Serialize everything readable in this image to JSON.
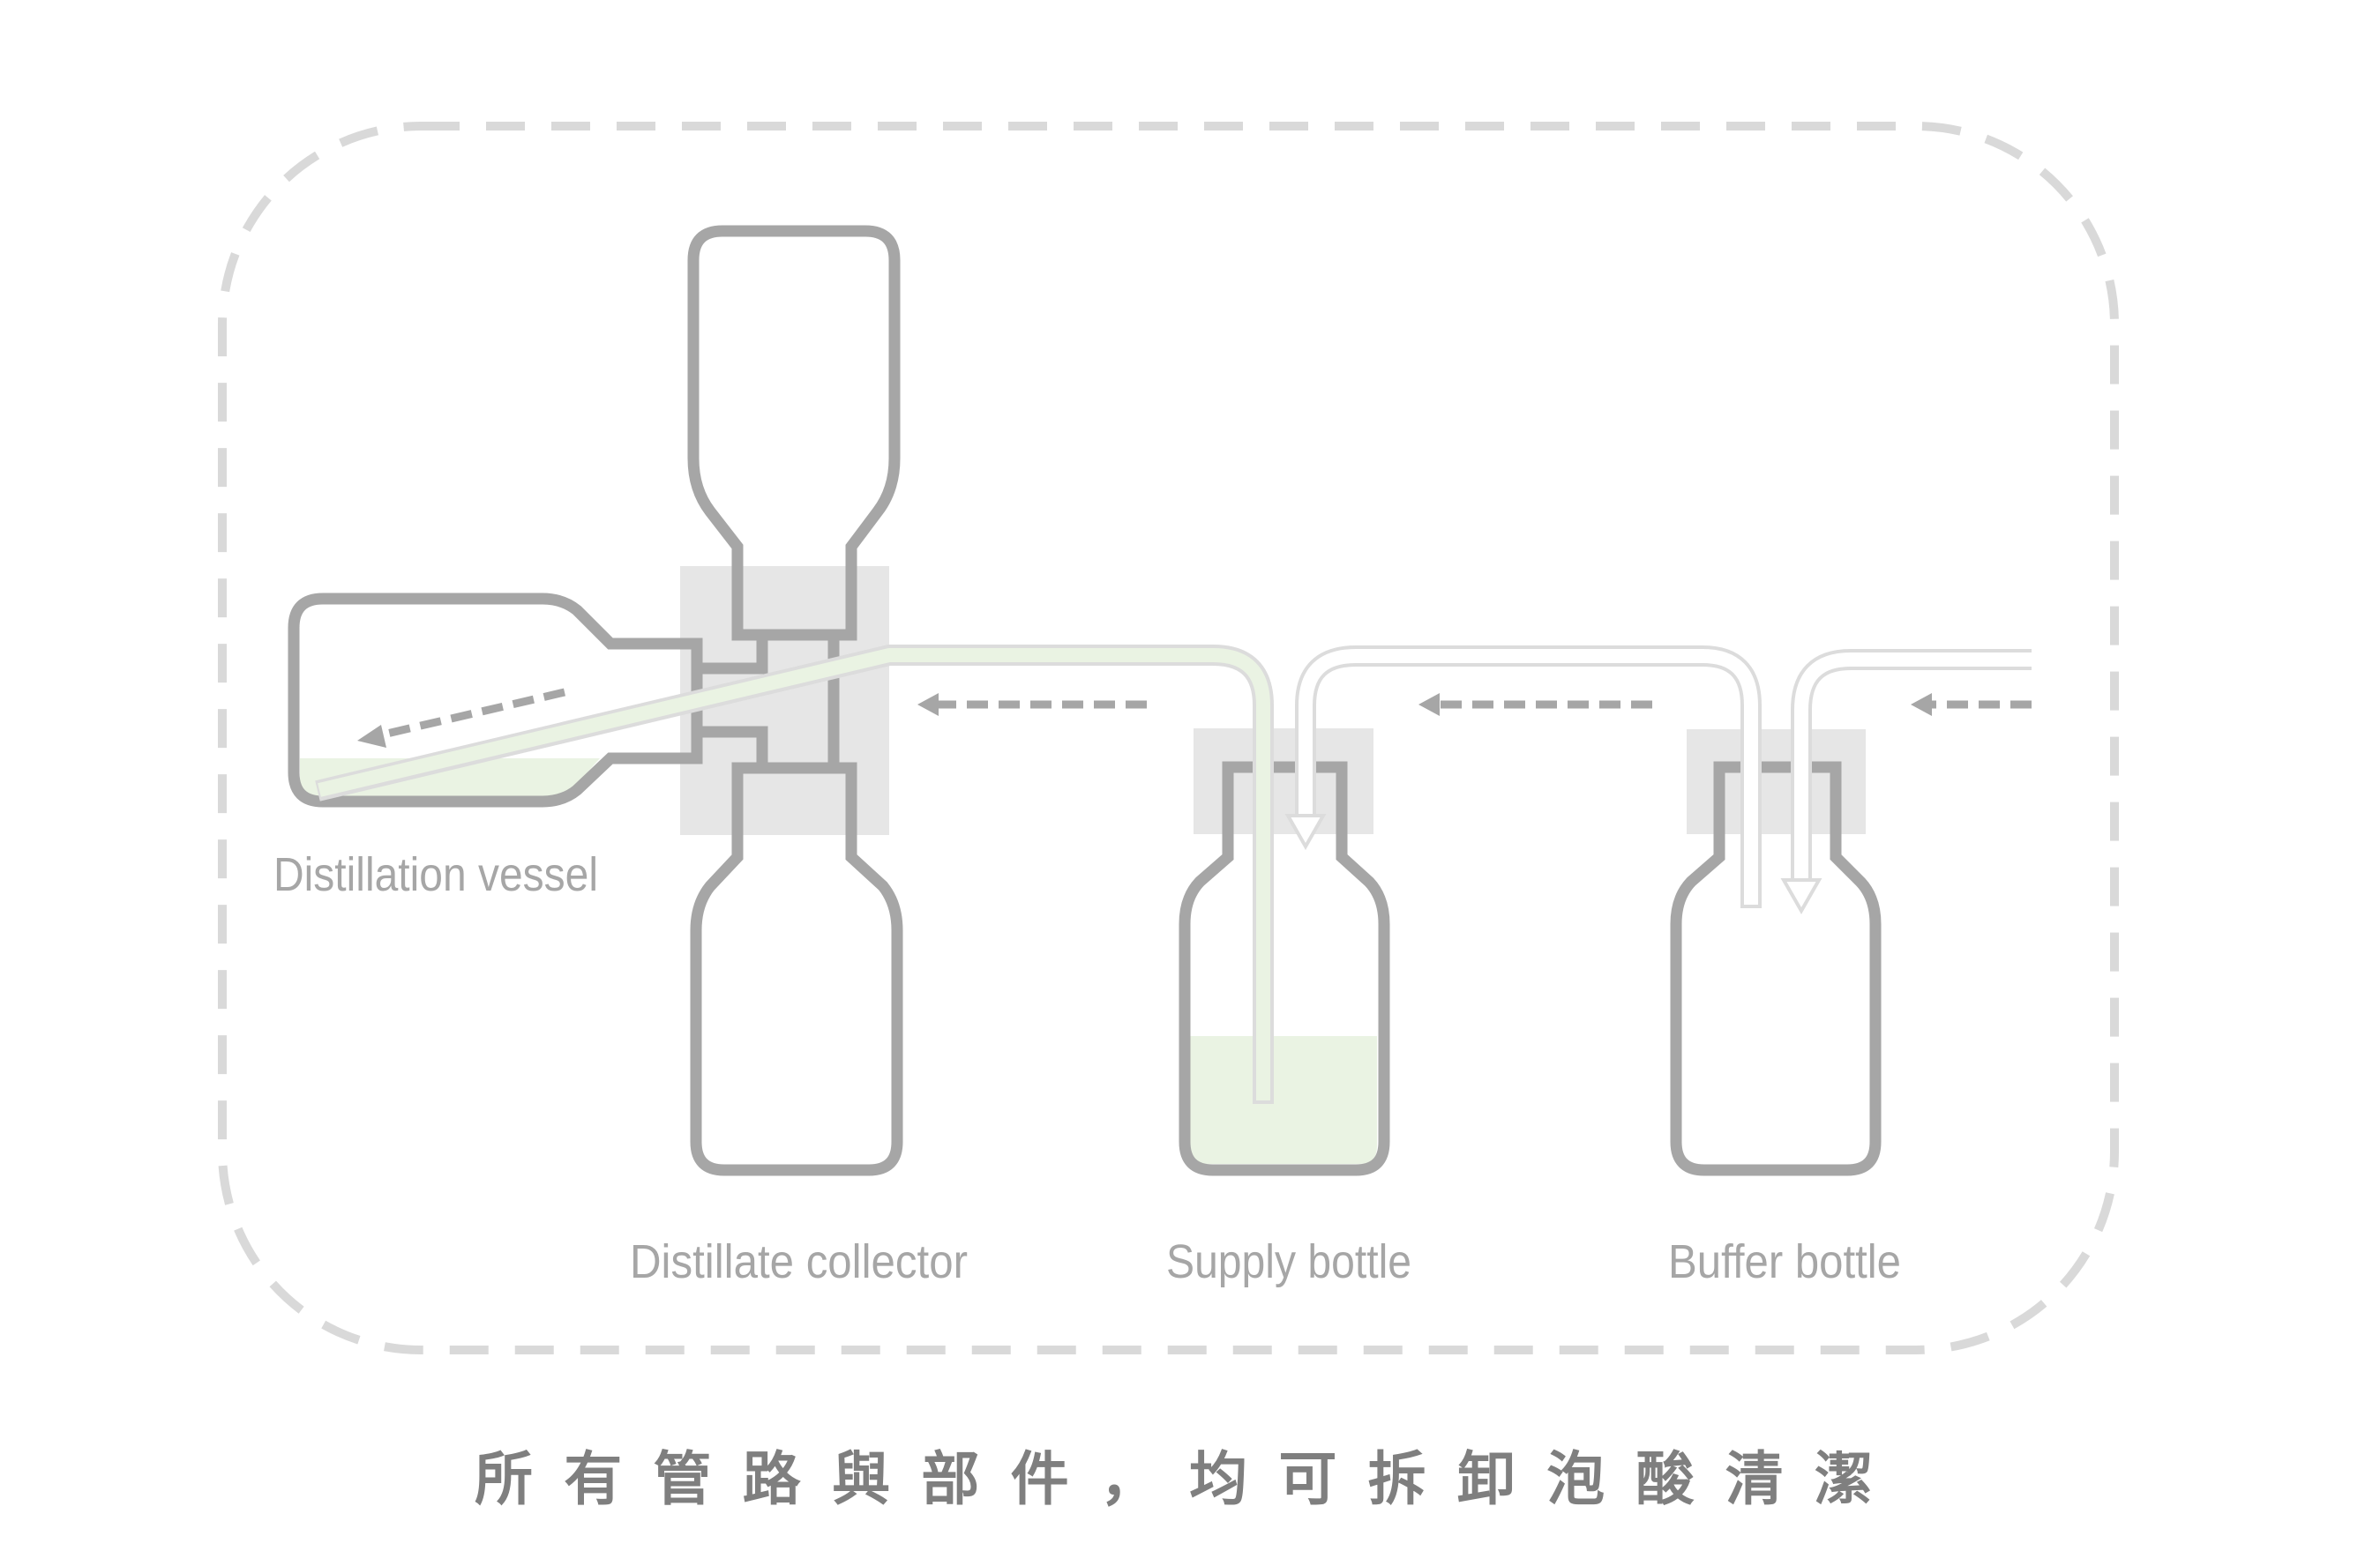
{
  "diagram": {
    "components": [
      {
        "id": "distillation-vessel",
        "label": "Distillation vessel"
      },
      {
        "id": "distillate-collector",
        "label": "Distillate collector"
      },
      {
        "id": "supply-bottle",
        "label": "Supply bottle"
      },
      {
        "id": "buffer-bottle",
        "label": "Buffer bottle"
      }
    ],
    "flow_direction": "right-to-left",
    "colors": {
      "outline": "#a6a6a6",
      "cap_block": "#e6e6e6",
      "liquid": "#eaf3e3",
      "border": "#d9d9d9",
      "tube": "#dcdcdc",
      "caption": "#7f7f7f"
    }
  },
  "caption": "所 有 管 路 與 部 件 ， 均 可 拆 卸 泡 酸 清 潔"
}
